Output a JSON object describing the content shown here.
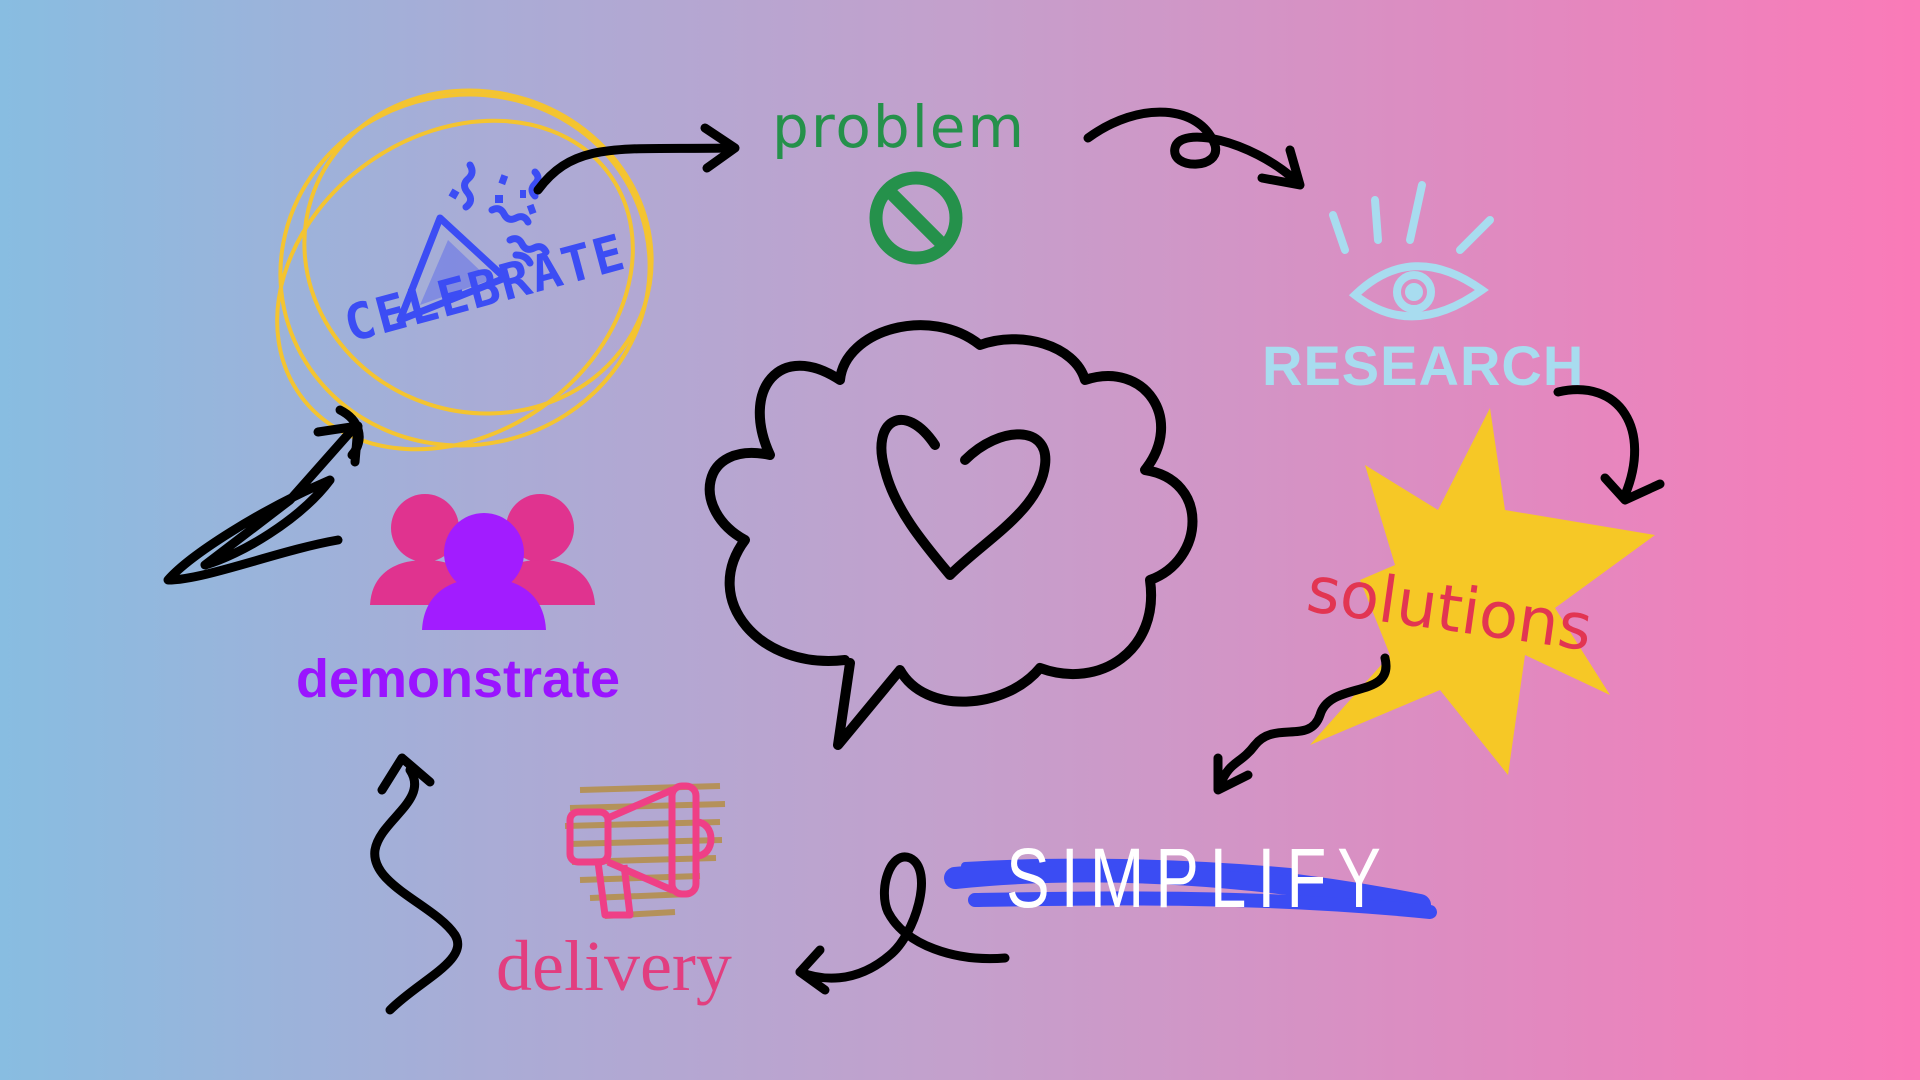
{
  "labels": {
    "problem": "problem",
    "celebrate": "CELEBRATE",
    "research": "RESEARCH",
    "solutions": "solutions",
    "demonstrate": "demonstrate",
    "simplify": "SIMPLIFY",
    "delivery": "delivery"
  },
  "colors": {
    "problem": "#25914b",
    "celebrate": "#3c4df4",
    "research": "#a8dcef",
    "solutions": "#e23552",
    "demonstrate": "#9a14ff",
    "simplify": "#ffffff",
    "delivery": "#e23e7f",
    "circle_scribble": "#f4c430",
    "star": "#f6c826",
    "simplify_brush": "#3b4cf3",
    "people_icon": "#e0338f",
    "arrows": "#000000"
  },
  "icons": [
    "party-popper-icon",
    "no-entry-icon",
    "eye-icon",
    "speech-bubble-heart-icon",
    "starburst-icon",
    "people-group-icon",
    "megaphone-icon"
  ]
}
